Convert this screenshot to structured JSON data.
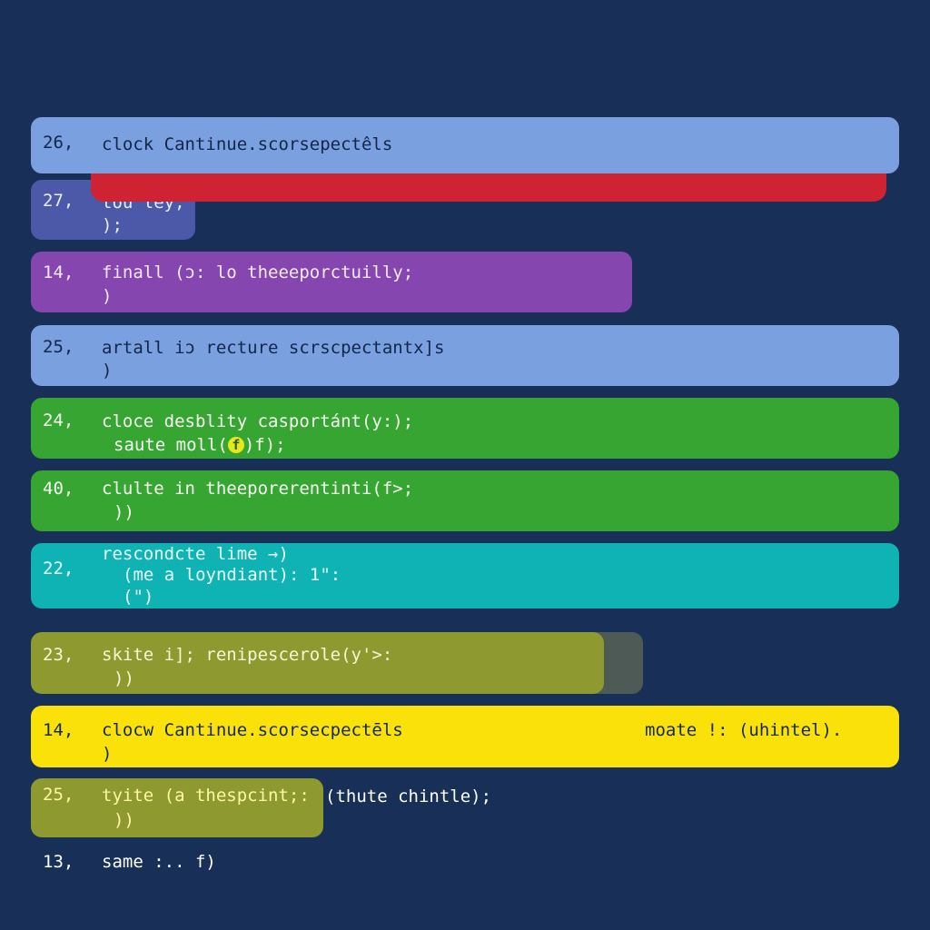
{
  "editor": {
    "colors": {
      "background": "#182f57",
      "light_blue": "#7aa0e0",
      "red": "#cf2233",
      "indigo": "#4b59a8",
      "purple": "#8646b0",
      "green": "#37a532",
      "teal": "#0fb3b3",
      "olive": "#8e9a30",
      "yellow": "#fae109"
    },
    "lines": [
      {
        "num": "26,",
        "code": [
          "clock Cantinue.scorsepectêls"
        ]
      },
      {
        "num": "27,",
        "code": [
          "tou ley;",
          ");"
        ]
      },
      {
        "num": "14,",
        "code": [
          "finall (ɔ: lo theeeporctuilly;",
          ")"
        ]
      },
      {
        "num": "25,",
        "code": [
          "artall iɔ recture scrscpectantx]s",
          ")"
        ]
      },
      {
        "num": "24,",
        "code": [
          "cloce desblity casportánt(y:);",
          "saute moll(",
          "f",
          ")f);"
        ]
      },
      {
        "num": "40,",
        "code": [
          "clulte in theeporerentinti(f>;",
          "))"
        ]
      },
      {
        "num": "22,",
        "code": [
          "rescondcte lime →)",
          "(me a loyndiant): 1\":",
          "(\")"
        ]
      },
      {
        "num": "23,",
        "code": [
          "skite i]; renipescerole(y'>:",
          "))"
        ]
      },
      {
        "num": "14,",
        "code": [
          "clocw Cantinue.scorsecpectēls",
          ")",
          "moate !: (uhintel)."
        ]
      },
      {
        "num": "25,",
        "code": [
          "tyite (a thespcint;:",
          "))",
          "(thute chintle);"
        ]
      },
      {
        "num": "13,",
        "code": [
          "same :.. f)"
        ]
      }
    ]
  }
}
